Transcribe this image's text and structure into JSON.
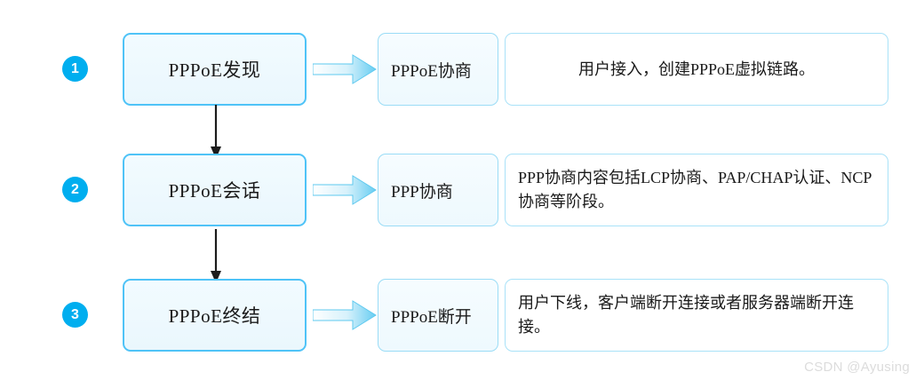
{
  "diagram": {
    "title": "PPPoE process flow",
    "colors": {
      "badge_fill": "#00AEEF",
      "badge_text": "#FFFFFF",
      "stage_border": "#4FC3F7",
      "stage_fill": "#EFF9FE",
      "action_border": "#9ADCF6",
      "desc_border": "#A9E2F8",
      "arrow_gradient_start": "#FFFFFF",
      "arrow_gradient_end": "#5BC8F0",
      "connector_line": "#1C1C1C",
      "watermark_text": "#DCDCDC"
    },
    "rows": [
      {
        "badge": "1",
        "stage": "PPPoE发现",
        "action": "PPPoE协商",
        "description": "用户接入，创建PPPoE虚拟链路。",
        "description_align": "center"
      },
      {
        "badge": "2",
        "stage": "PPPoE会话",
        "action": "PPP协商",
        "description": "PPP协商内容包括LCP协商、PAP/CHAP认证、NCP协商等阶段。",
        "description_align": "left"
      },
      {
        "badge": "3",
        "stage": "PPPoE终结",
        "action": "PPPoE断开",
        "description": "用户下线，客户端断开连接或者服务器端断开连接。",
        "description_align": "left"
      }
    ],
    "watermark": "CSDN @Ayusing"
  }
}
